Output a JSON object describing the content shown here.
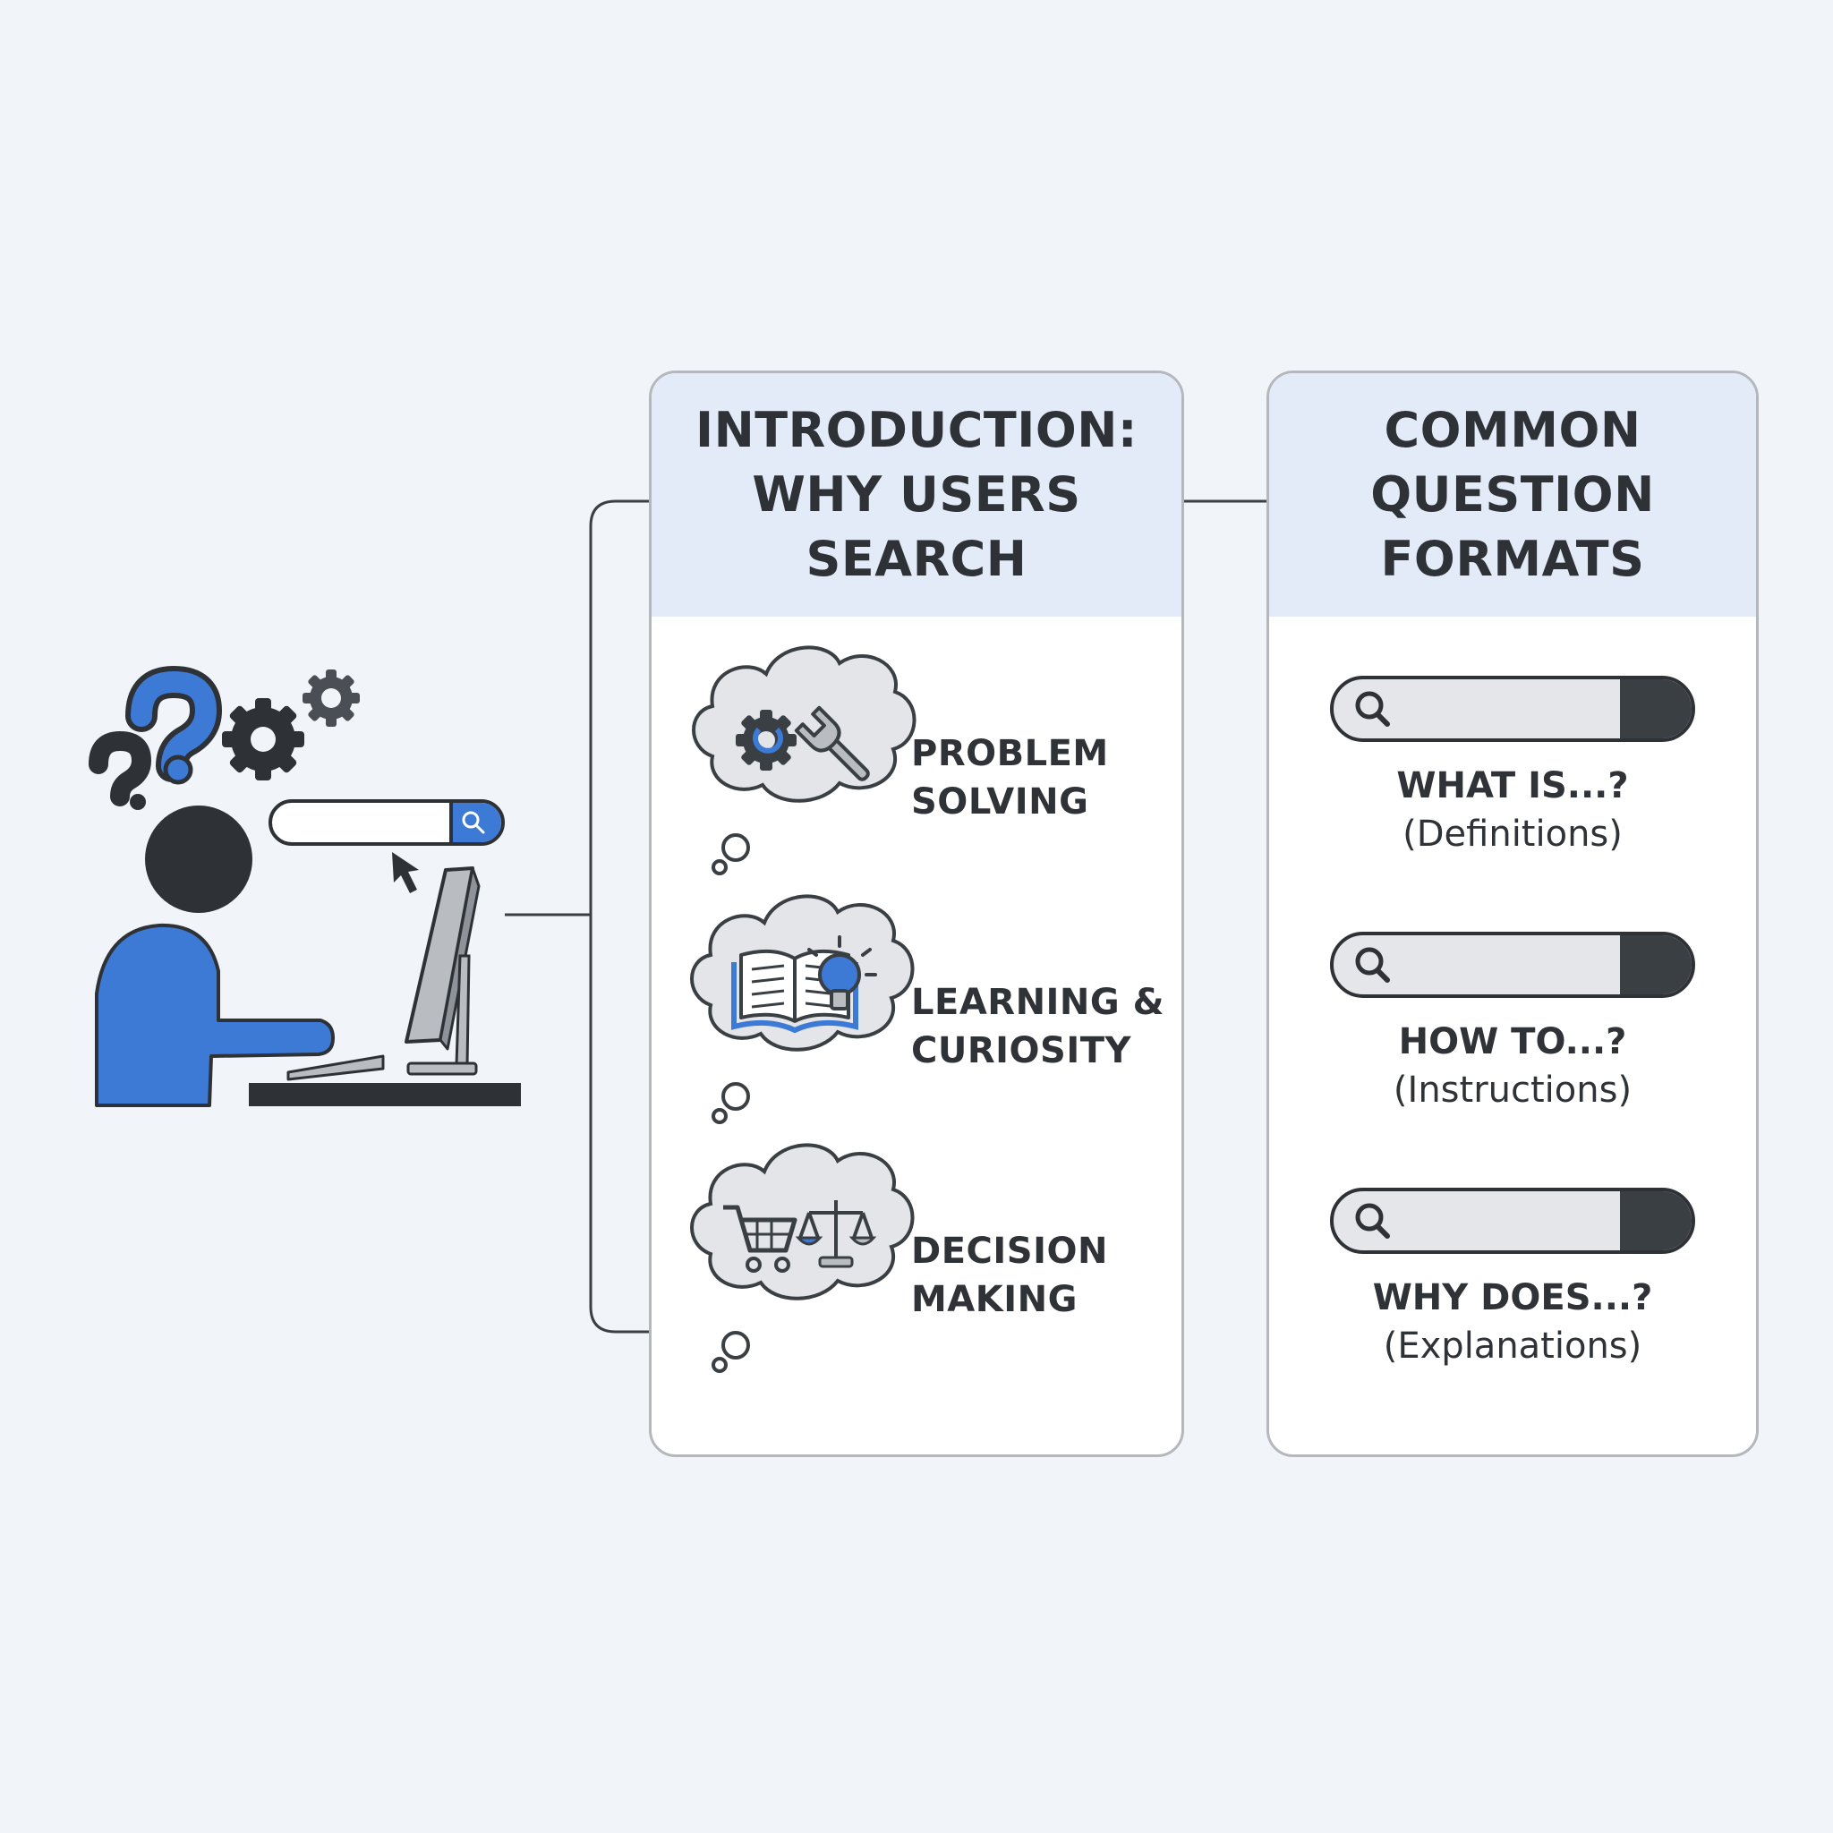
{
  "intro_panel": {
    "title_lines": [
      "INTRODUCTION:",
      "WHY USERS",
      "SEARCH"
    ],
    "reasons": [
      {
        "label_lines": [
          "PROBLEM",
          "SOLVING"
        ],
        "icon": "gear-wrench-thought-icon"
      },
      {
        "label_lines": [
          "LEARNING &",
          "CURIOSITY"
        ],
        "icon": "book-lightbulb-thought-icon"
      },
      {
        "label_lines": [
          "DECISION",
          "MAKING"
        ],
        "icon": "cart-scale-thought-icon"
      }
    ]
  },
  "formats_panel": {
    "title_lines": [
      "COMMON",
      "QUESTION",
      "FORMATS"
    ],
    "formats": [
      {
        "label": "WHAT IS...?",
        "description": "(Definitions)"
      },
      {
        "label": "HOW TO...?",
        "description": "(Instructions)"
      },
      {
        "label": "WHY DOES...?",
        "description": "(Explanations)"
      }
    ]
  },
  "colors": {
    "background": "#f1f5f9",
    "accent_blue": "#3d7ad6",
    "dark_gray": "#2f3337",
    "panel_header": "#e4ebf8",
    "panel_border": "#b4b8bd"
  }
}
